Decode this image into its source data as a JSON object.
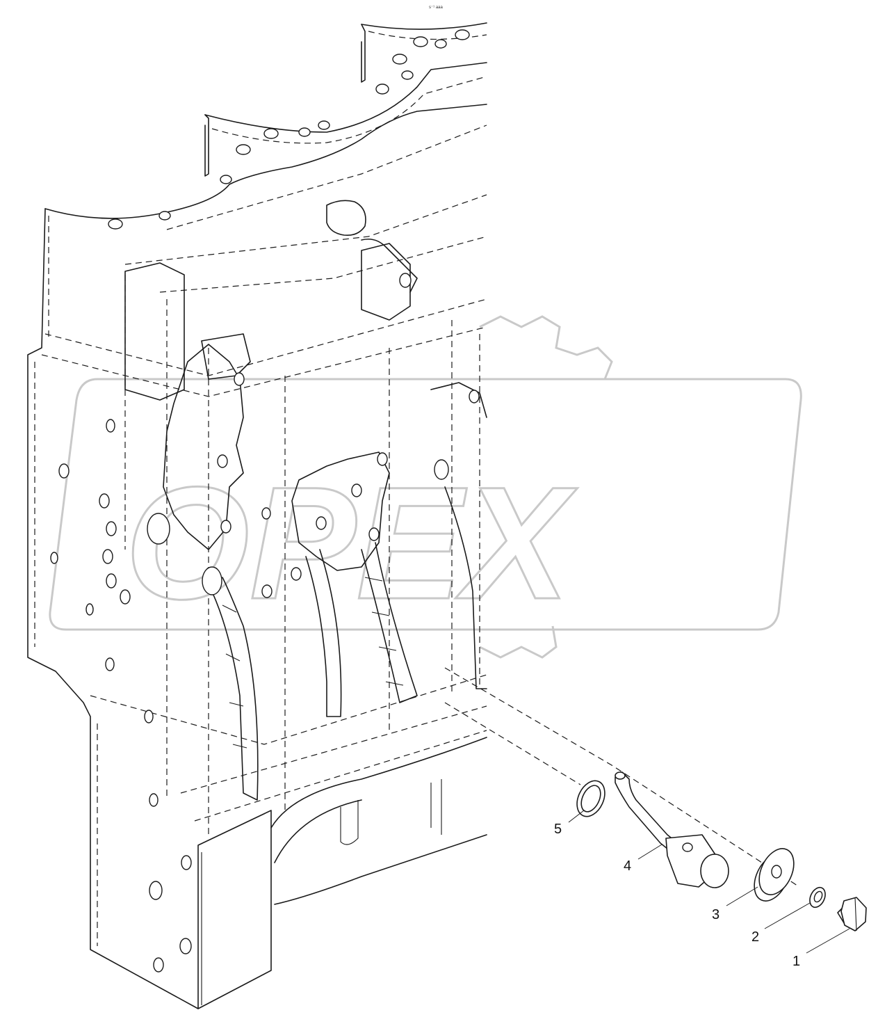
{
  "drawing_code": "s⁻¹ aaa",
  "watermark_text": "OPEX",
  "callouts": [
    {
      "label": "1"
    },
    {
      "label": "2"
    },
    {
      "label": "3"
    },
    {
      "label": "4"
    },
    {
      "label": "5"
    }
  ],
  "colors": {
    "line": "#1a1a1a",
    "watermark": "#c9c9c9",
    "background": "#ffffff"
  }
}
